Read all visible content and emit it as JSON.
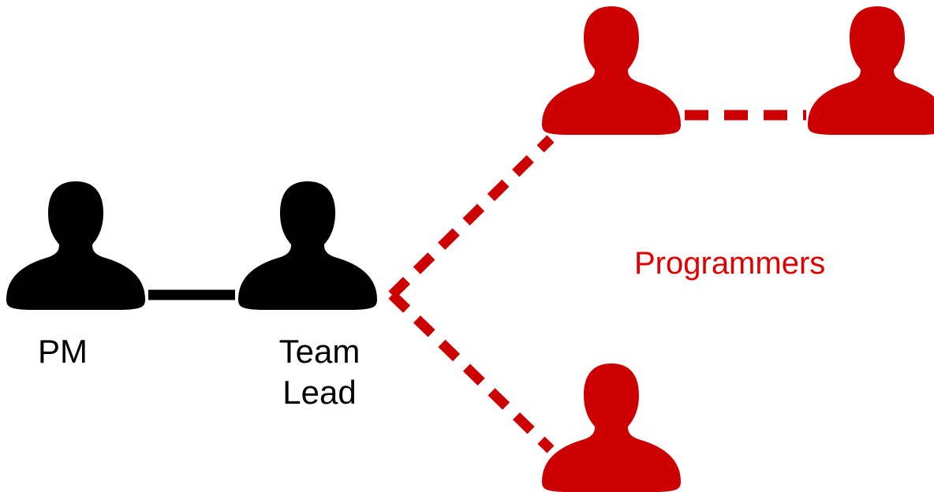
{
  "diagram": {
    "labels": {
      "pm": "PM",
      "team_lead_line1": "Team",
      "team_lead_line2": "Lead",
      "programmers": "Programmers"
    },
    "colors": {
      "management": "#000000",
      "programmer": "#cc0000",
      "programmers_label": "#e00000"
    },
    "nodes": [
      {
        "id": "pm",
        "role": "management",
        "icon": "person-silhouette-icon"
      },
      {
        "id": "team-lead",
        "role": "management",
        "icon": "person-silhouette-icon"
      },
      {
        "id": "programmer-1",
        "role": "programmer",
        "icon": "person-silhouette-icon"
      },
      {
        "id": "programmer-2",
        "role": "programmer",
        "icon": "person-silhouette-icon"
      },
      {
        "id": "programmer-3",
        "role": "programmer",
        "icon": "person-silhouette-icon"
      }
    ],
    "edges": [
      {
        "from": "pm",
        "to": "team-lead",
        "style": "solid",
        "color": "#000000"
      },
      {
        "from": "team-lead",
        "to": "programmer-1",
        "style": "dashed",
        "color": "#cc0000"
      },
      {
        "from": "team-lead",
        "to": "programmer-3",
        "style": "dashed",
        "color": "#cc0000"
      },
      {
        "from": "programmer-1",
        "to": "programmer-2",
        "style": "dashed",
        "color": "#cc0000"
      }
    ]
  }
}
